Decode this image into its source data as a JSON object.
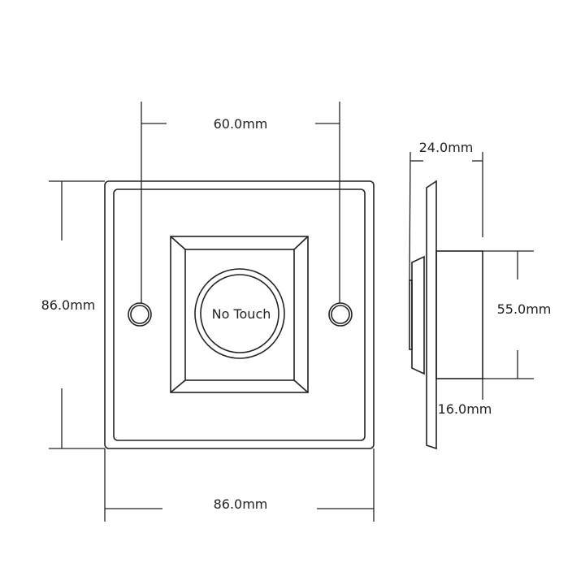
{
  "front_view": {
    "button_label": "No Touch",
    "dim_hole_spacing": "60.0mm",
    "dim_height": "86.0mm",
    "dim_width": "86.0mm"
  },
  "side_view": {
    "dim_depth_total": "24.0mm",
    "dim_body_height": "55.0mm",
    "dim_body_depth": "16.0mm"
  },
  "colors": {
    "line": "#222222",
    "background": "#ffffff"
  }
}
